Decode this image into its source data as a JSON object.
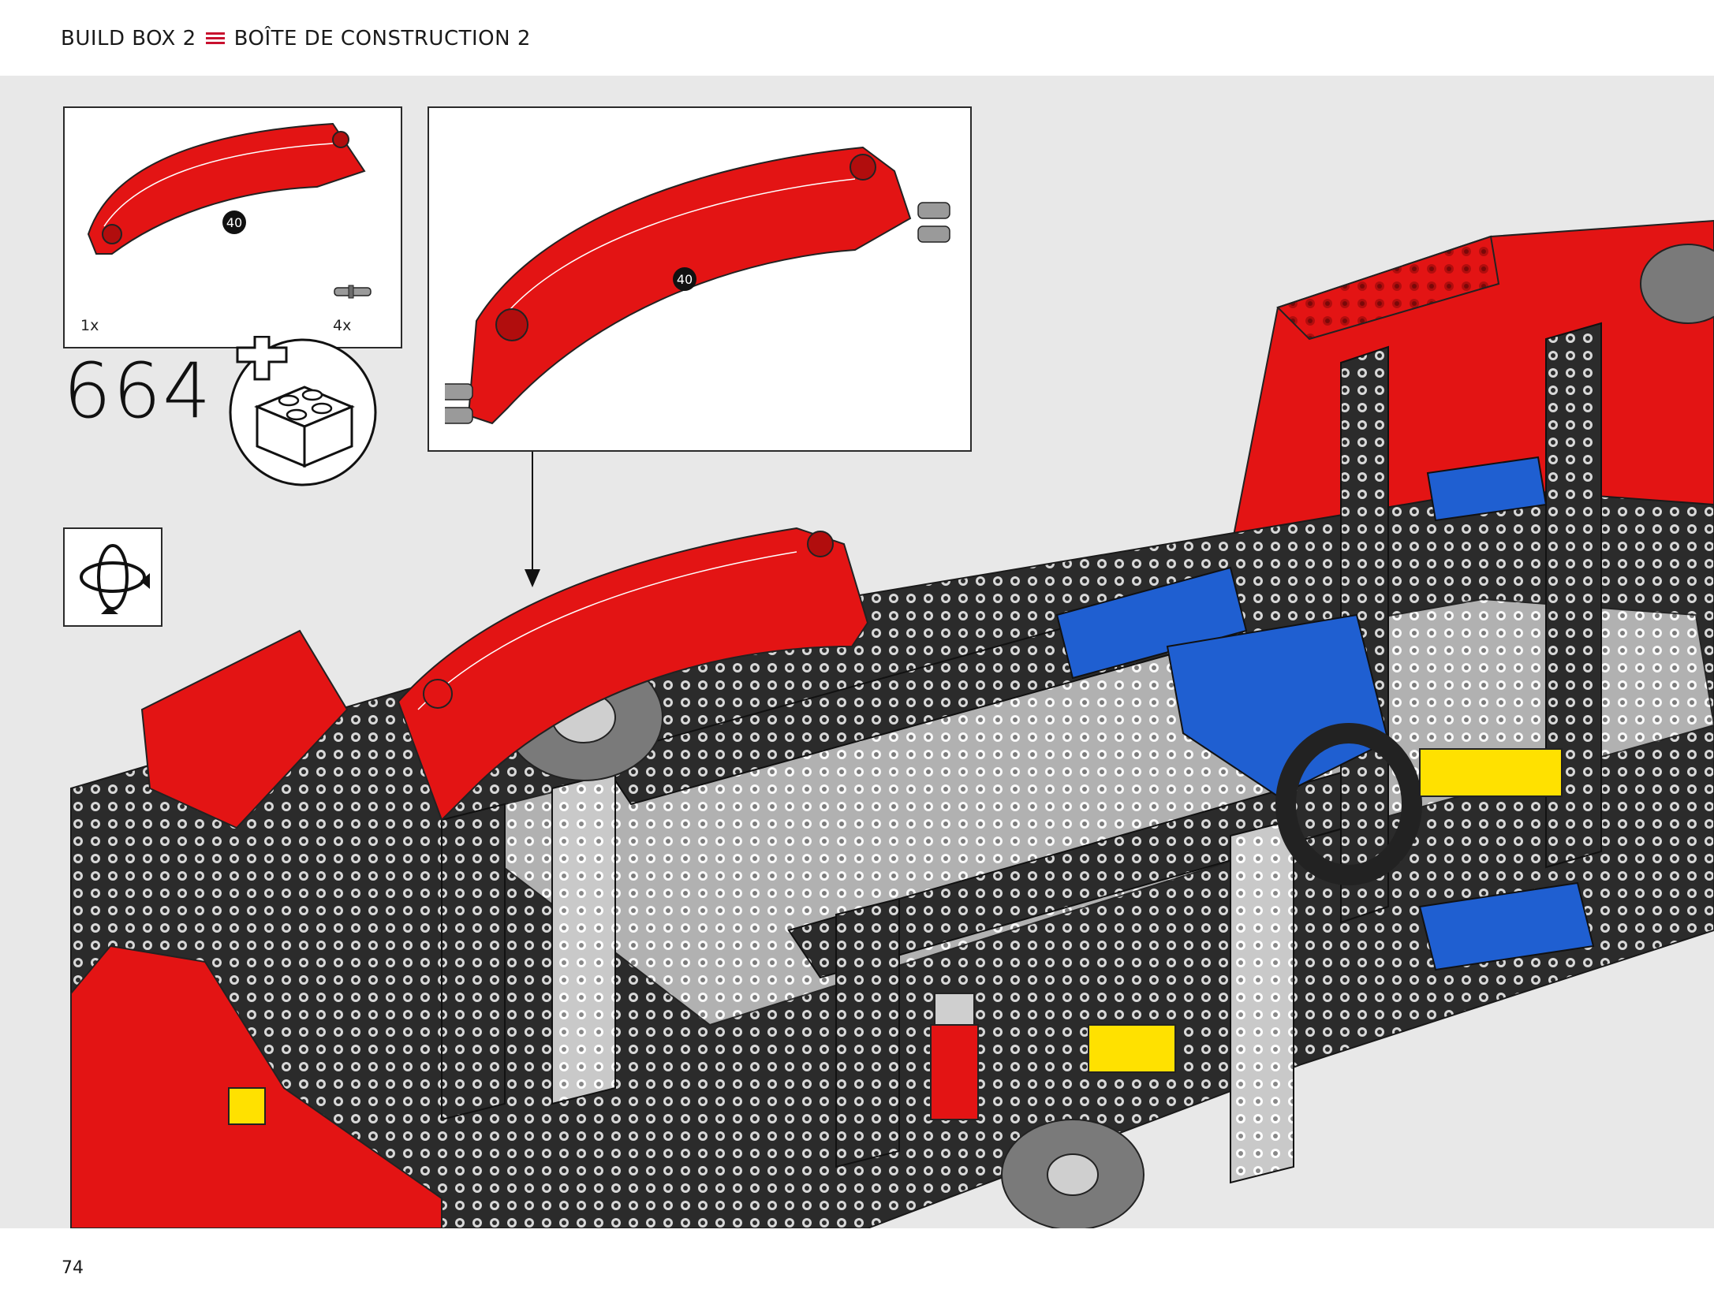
{
  "header": {
    "left_text": "BUILD BOX 2",
    "right_text": "BOÎTE DE CONSTRUCTION 2",
    "separator_icon": "triple-bar-icon",
    "separator_color": "#c8102e"
  },
  "parts_callout": {
    "part_label": "40",
    "items": [
      {
        "quantity": "1x",
        "icon": "red-arch-panel-icon"
      },
      {
        "quantity": "4x",
        "icon": "pin-icon"
      }
    ]
  },
  "step": {
    "number": "664",
    "add_bricks_icon": "add-bricks-icon"
  },
  "subassembly_callout": {
    "part_label": "40"
  },
  "rotate_icon": "rotate-model-icon",
  "footer": {
    "page_number": "74"
  },
  "colors": {
    "model_red": "#e31414",
    "model_dark": "#2b2b2b",
    "model_gray": "#bdbdbd",
    "model_blue": "#1f5fd1",
    "model_yellow": "#ffe100",
    "background": "#e8e8e8"
  }
}
